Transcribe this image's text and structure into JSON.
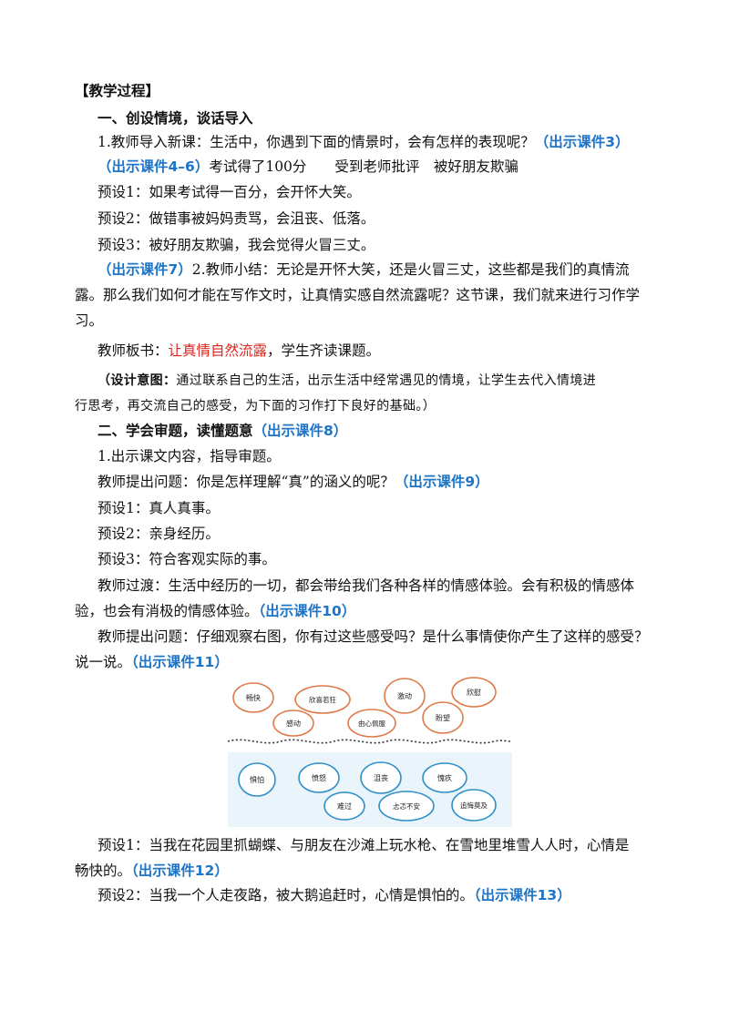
{
  "heading": "【教学过程】",
  "section1": {
    "title": "一、创设情境，谈话导入",
    "p1_text": "1.教师导入新课：生活中，你遇到下面的情景时，会有怎样的表现呢？",
    "p1_tag": "（出示课件3）",
    "p2_tag": "（出示课件4–6）",
    "p2_text": "考试得了100分　　受到老师批评　被好朋友欺骗",
    "preset1": "预设1：如果考试得一百分，会开怀大笑。",
    "preset2": "预设2：做错事被妈妈责骂，会沮丧、低落。",
    "preset3": "预设3：被好朋友欺骗，我会觉得火冒三丈。",
    "p3_tag": "（出示课件7）",
    "p3_text_a": "2.教师小结：无论是开怀大笑，还是火冒三丈，这些都是我们的真情流",
    "p3_text_b": "露。那么我们如何才能在写作文时，让真情实感自然流露呢？这节课，我们就来进行习作学",
    "p3_text_c": "习。",
    "board_prefix": "教师板书：",
    "board_title": "让真情自然流露",
    "board_suffix": "，学生齐读课题。",
    "intent_label": "（设计意图：",
    "intent_a": "通过联系自己的生活，出示生活中经常遇见的情境，让学生去代入情境进",
    "intent_b": "行思考，再交流自己的感受，为下面的习作打下良好的基础。）"
  },
  "section2": {
    "title": "二、学会审题，读懂题意",
    "title_tag": "（出示课件8）",
    "p1": "1.出示课文内容，指导审题。",
    "q1_text": "教师提出问题：你是怎样理解“真”的涵义的呢？",
    "q1_tag": "（出示课件9）",
    "preset1": "预设1：真人真事。",
    "preset2": "预设2：亲身经历。",
    "preset3": "预设3：符合客观实际的事。",
    "trans_a": "教师过渡：生活中经历的一切，都会带给我们各种各样的情感体验。会有积极的情感体",
    "trans_b": "验，也会有消极的情感体验。",
    "trans_tag": "（出示课件10）",
    "q2_a": "教师提出问题：仔细观察右图，你有过这些感受吗？是什么事情使你产生了这样的感受？",
    "q2_b": "说一说。",
    "q2_tag": "（出示课件11）",
    "ans1_a": "预设1：当我在花园里抓蝴蝶、与朋友在沙滩上玩水枪、在雪地里堆雪人人时，心情是",
    "ans1_b": "畅快的。",
    "ans1_tag": "（出示课件12）",
    "ans2_text": "预设2：当我一个人走夜路，被大鹅追赶时，心情是惧怕的。",
    "ans2_tag": "（出示课件13）"
  },
  "emotions": {
    "positive": [
      "畅快",
      "欣喜若狂",
      "激动",
      "欣慰",
      "感动",
      "由心佩服",
      "盼望"
    ],
    "negative": [
      "惧怕",
      "愤怒",
      "沮丧",
      "愧疚",
      "难过",
      "忐忑不安",
      "追悔莫及"
    ],
    "colors": {
      "positive": "#e07a48",
      "negative": "#2f8fc9",
      "panel": "#e9f4fb"
    }
  },
  "colors": {
    "accent": "#1e74c6",
    "highlight": "#e0251c"
  }
}
